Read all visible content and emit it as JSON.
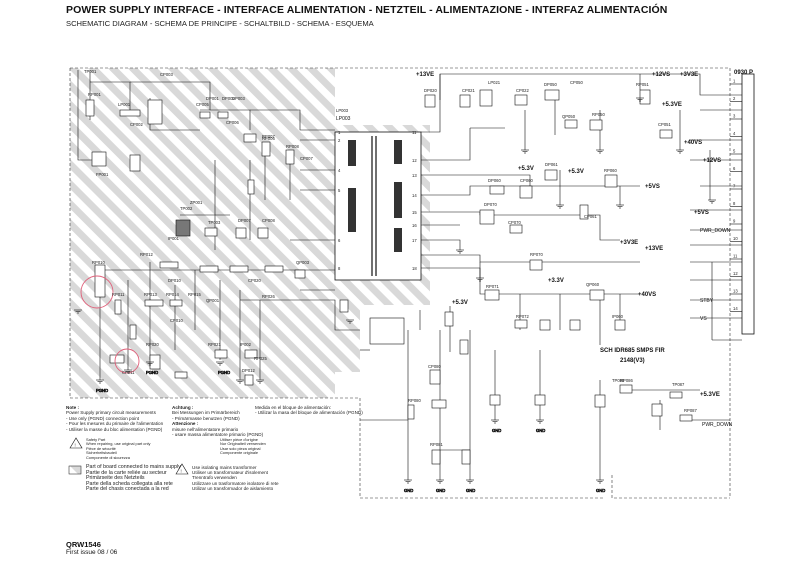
{
  "header": {
    "title": "POWER SUPPLY INTERFACE - INTERFACE ALIMENTATION - NETZTEIL - ALIMENTAZIONE - INTERFAZ ALIMENTACIÓN",
    "subtitle": "SCHEMATIC DIAGRAM - SCHEMA DE PRINCIPE - SCHALTBILD - SCHEMA - ESQUEMA"
  },
  "connector": {
    "name": "0930 P",
    "pins": [
      "1",
      "2",
      "3",
      "4",
      "5",
      "6",
      "7",
      "8",
      "9",
      "10",
      "11",
      "12",
      "13",
      "14"
    ]
  },
  "rails": [
    {
      "label": "+13VE"
    },
    {
      "label": "+12VS"
    },
    {
      "label": "+3V3E"
    },
    {
      "label": "+5.3VE"
    },
    {
      "label": "+40VS"
    },
    {
      "label": "+12VS"
    },
    {
      "label": "+5VS"
    },
    {
      "label": "+5VS"
    },
    {
      "label": "+3V3E"
    },
    {
      "label": "+13VE"
    },
    {
      "label": "+40VS"
    },
    {
      "label": "+5.3VE"
    }
  ],
  "net_labels": {
    "stby": "STBY",
    "pwr_down": "PWR_DOWN",
    "pwr_down2": "PWR_DOWN",
    "vs": "VS",
    "pos5_3": "+5.3V",
    "pos5_3b": "+5.3V",
    "pos5_3c": "+5.3V",
    "pos3_3": "+3.3V",
    "gnd": "GND",
    "pgnd": "PGND"
  },
  "components": [
    {
      "ref": "TP001"
    },
    {
      "ref": "FP001"
    },
    {
      "ref": "LP001"
    },
    {
      "ref": "CP003"
    },
    {
      "ref": "RP001"
    },
    {
      "ref": "CP002"
    },
    {
      "ref": "CP005"
    },
    {
      "ref": "DP001"
    },
    {
      "ref": "DP002"
    },
    {
      "ref": "DP003"
    },
    {
      "ref": "CP006"
    },
    {
      "ref": "RP006"
    },
    {
      "ref": "LP003"
    },
    {
      "ref": "CP007"
    },
    {
      "ref": "RP007"
    },
    {
      "ref": "RP008"
    },
    {
      "ref": "TP002"
    },
    {
      "ref": "ZP001"
    },
    {
      "ref": "DP007"
    },
    {
      "ref": "CP008"
    },
    {
      "ref": "IP001"
    },
    {
      "ref": "TP003"
    },
    {
      "ref": "RP010"
    },
    {
      "ref": "RP011"
    },
    {
      "ref": "RP012"
    },
    {
      "ref": "RP013"
    },
    {
      "ref": "RP014"
    },
    {
      "ref": "RP015"
    },
    {
      "ref": "QP001"
    },
    {
      "ref": "DP010"
    },
    {
      "ref": "CP010"
    },
    {
      "ref": "CP011"
    },
    {
      "ref": "RP020"
    },
    {
      "ref": "RP021"
    },
    {
      "ref": "IP002"
    },
    {
      "ref": "DP012"
    },
    {
      "ref": "CP020"
    },
    {
      "ref": "RP025"
    },
    {
      "ref": "RP026"
    },
    {
      "ref": "QP003"
    },
    {
      "ref": "DP020"
    },
    {
      "ref": "CP021"
    },
    {
      "ref": "LP021"
    },
    {
      "ref": "CP022"
    },
    {
      "ref": "DP050"
    },
    {
      "ref": "CP050"
    },
    {
      "ref": "QP050"
    },
    {
      "ref": "RP050"
    },
    {
      "ref": "RP051"
    },
    {
      "ref": "CP051"
    },
    {
      "ref": "DP060"
    },
    {
      "ref": "CP060"
    },
    {
      "ref": "DP061"
    },
    {
      "ref": "CP061"
    },
    {
      "ref": "RP060"
    },
    {
      "ref": "DP070"
    },
    {
      "ref": "CP070"
    },
    {
      "ref": "RP070"
    },
    {
      "ref": "RP071"
    },
    {
      "ref": "RP072"
    },
    {
      "ref": "QP060"
    },
    {
      "ref": "IP060"
    },
    {
      "ref": "CP080"
    },
    {
      "ref": "RP080"
    },
    {
      "ref": "RP081"
    },
    {
      "ref": "TP086"
    },
    {
      "ref": "RP086"
    },
    {
      "ref": "TP087"
    },
    {
      "ref": "RP087"
    }
  ],
  "transformer": {
    "ref": "LP003",
    "pins_left": [
      "1",
      "2",
      "4",
      "5",
      "6",
      "8"
    ],
    "pins_right": [
      "11",
      "12",
      "13",
      "14",
      "15",
      "16",
      "17",
      "18"
    ]
  },
  "block_title": "SCH IDR685 SMPS FIR",
  "block_code": "2148(V3)",
  "notes_left": {
    "heading": "Note :",
    "lines": [
      "Power Supply primary circuit measurements",
      "- Use only (PGND) connection point",
      "- Pour les mesures du primaire de l'alimentation",
      "- Utiliser la masse du bloc alimentation (PGND)"
    ]
  },
  "notes_mid": {
    "heading": "Achtung :",
    "lines": [
      "Bei Messungen im Primärbereich",
      "- Primärmasse benutzen (PGND)",
      "Attenzione :",
      "misure nell'alimentatore primario",
      "- usare massa alimentatore primario (PGND)"
    ]
  },
  "notes_right": {
    "lines": [
      "Medida en el bloque de alimentación:",
      "- Utilizar la masa del bloque de alimentación (PGND)"
    ]
  },
  "safety_left": {
    "lines": [
      "Safety Part",
      "When repairing, use original part only",
      "Pièce de sécurité",
      "Sicherheitsbauteil",
      "Componente di sicurezza"
    ]
  },
  "safety_right": {
    "lines": [
      "Utiliser pièce d'origine",
      "Nur Originalteil verwenden",
      "Usar solo pieza original",
      "Componente originale"
    ]
  },
  "mains_left": {
    "lines": [
      "Part of board connected to mains supply",
      "Partie de la carte reliée au secteur",
      "Primärseite des Netzteils",
      "Parte della scheda collegata alla rete",
      "Parte del chasis conectada a la red"
    ]
  },
  "mains_right": {
    "lines": [
      "Use isolating mains transformer",
      "Utiliser un transformateur d'isolement",
      "Trenntrafo verwenden",
      "Utilizzare un trasformatore isolatore di rete",
      "Utilizar un transformador de aislamiento"
    ]
  },
  "footer": {
    "code": "QRW1546",
    "issue": "First issue 08 / 06"
  }
}
